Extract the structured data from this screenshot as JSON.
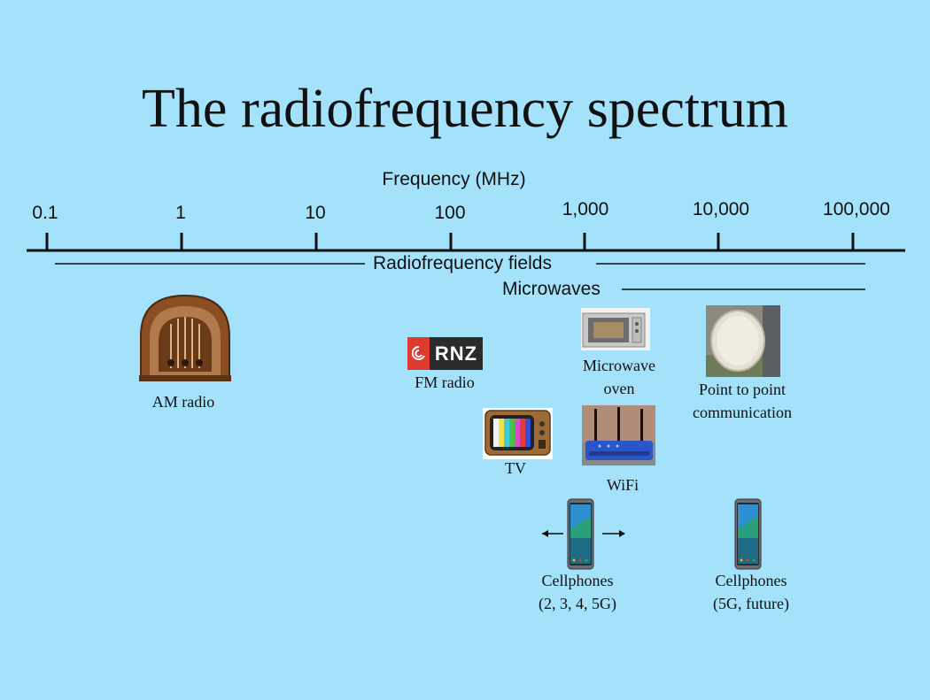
{
  "title": "The radiofrequency spectrum",
  "axis": {
    "label": "Frequency (MHz)",
    "ticks": [
      "0.1",
      "1",
      "10",
      "100",
      "1,000",
      "10,000",
      "100,000"
    ]
  },
  "bands": {
    "rf": "Radiofrequency fields",
    "microwaves": "Microwaves"
  },
  "logo_text": "RNZ",
  "items": {
    "am_radio": "AM radio",
    "fm_radio": "FM radio",
    "microwave_line1": "Microwave",
    "microwave_line2": "oven",
    "p2p_line1": "Point to point",
    "p2p_line2": "communication",
    "tv": "TV",
    "wifi": "WiFi",
    "cell1_line1": "Cellphones",
    "cell1_line2": "(2, 3, 4, 5G)",
    "cell2_line1": "Cellphones",
    "cell2_line2": "(5G, future)"
  },
  "colors": {
    "background": "#a4e2fb",
    "line": "#111111",
    "logo_red": "#e03a2f",
    "logo_dark": "#2b2b2b",
    "wood": "#8a4e22"
  }
}
